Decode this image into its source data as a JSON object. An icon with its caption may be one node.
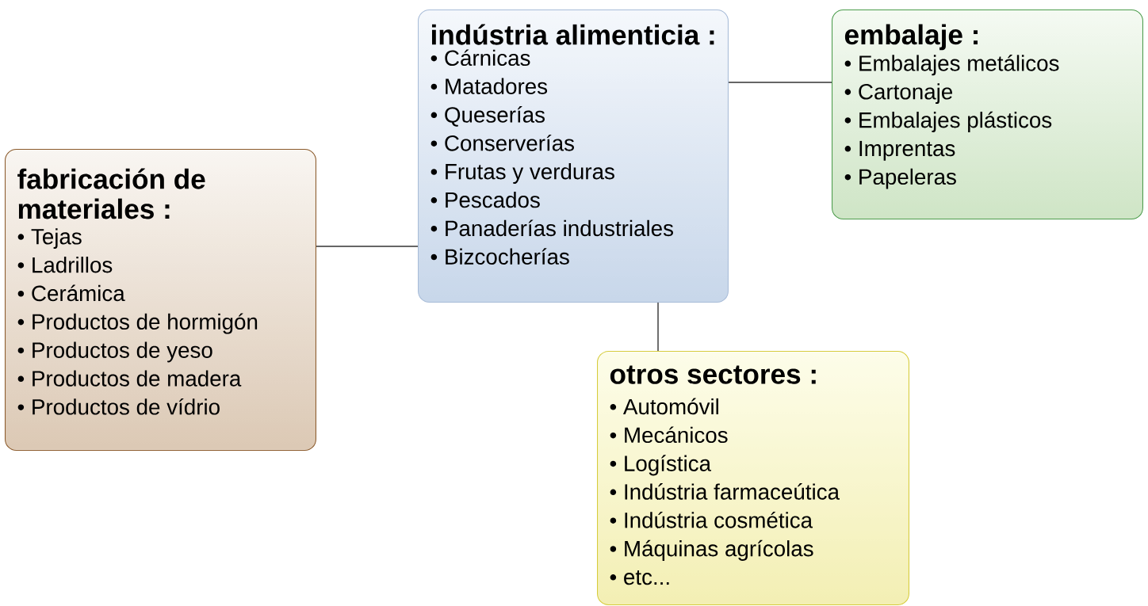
{
  "diagram": {
    "nodes": [
      {
        "text": [
          "fabricación de materiales :",
          "• Tejas",
          "• Ladrillos",
          "• Cerámica",
          "• Productos de hormigón",
          "• Productos de yeso",
          "• Productos de madera",
          "• Productos de vídrio"
        ]
      },
      {
        "text": [
          "indústria alimenticia :",
          "• Cárnicas",
          "• Matadores",
          "• Queserías",
          "• Conserverías",
          "• Frutas y verduras",
          "• Pescados",
          "• Panaderías industriales",
          "• Bizcocherías"
        ]
      },
      {
        "text": [
          "embalaje :",
          "• Embalajes metálicos",
          "• Cartonaje",
          "• Embalajes plásticos",
          "• Imprentas",
          "• Papeleras"
        ]
      },
      {
        "text": [
          "otros sectores :",
          "• Automóvil",
          "• Mecánicos",
          "• Logística",
          "• Indústria farmaceútica",
          "• Indústria cosmética",
          "• Máquinas agrícolas",
          "• etc..."
        ]
      }
    ],
    "edges": [
      {
        "from": 1,
        "to": 0,
        "arrow": "none"
      },
      {
        "from": 1,
        "to": 2,
        "arrow": "none"
      },
      {
        "from": 1,
        "to": 3,
        "arrow": "none"
      }
    ]
  }
}
